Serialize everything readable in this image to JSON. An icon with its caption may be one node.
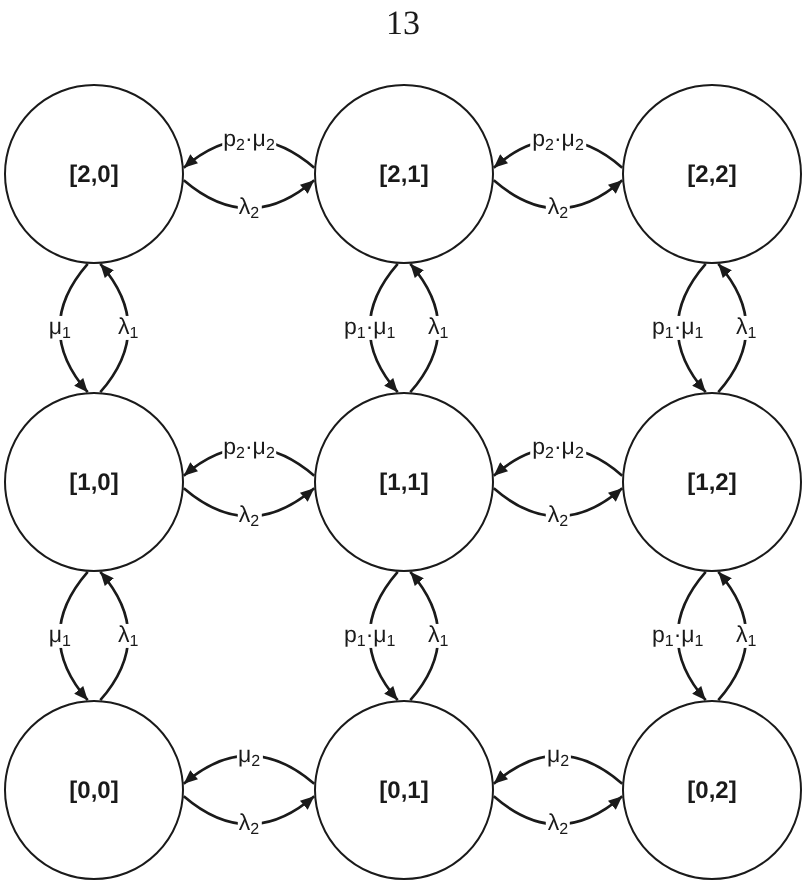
{
  "diagram": {
    "labels": [
      "13"
    ],
    "nodes": [
      {
        "text": [
          "[2,0]"
        ]
      },
      {
        "text": [
          "[2,1]"
        ]
      },
      {
        "text": [
          "[2,2]"
        ]
      },
      {
        "text": [
          "[1,0]"
        ]
      },
      {
        "text": [
          "[1,1]"
        ]
      },
      {
        "text": [
          "[1,2]"
        ]
      },
      {
        "text": [
          "[0,0]"
        ]
      },
      {
        "text": [
          "[0,1]"
        ]
      },
      {
        "text": [
          "[0,2]"
        ]
      }
    ],
    "edges": [
      {
        "from": 1,
        "to": 0,
        "arrow": "to",
        "label": "p$_{2}$·μ$_{2}$"
      },
      {
        "from": 0,
        "to": 1,
        "arrow": "to",
        "label": "λ$_{2}$"
      },
      {
        "from": 2,
        "to": 1,
        "arrow": "to",
        "label": "p$_{2}$·μ$_{2}$"
      },
      {
        "from": 1,
        "to": 2,
        "arrow": "to",
        "label": "λ$_{2}$"
      },
      {
        "from": 0,
        "to": 3,
        "arrow": "to",
        "label": "μ$_{1}$"
      },
      {
        "from": 3,
        "to": 0,
        "arrow": "to",
        "label": "λ$_{1}$"
      },
      {
        "from": 1,
        "to": 4,
        "arrow": "to",
        "label": "p$_{1}$·μ$_{1}$"
      },
      {
        "from": 4,
        "to": 1,
        "arrow": "to",
        "label": "λ$_{1}$"
      },
      {
        "from": 2,
        "to": 5,
        "arrow": "to",
        "label": "p$_{1}$·μ$_{1}$"
      },
      {
        "from": 5,
        "to": 2,
        "arrow": "to",
        "label": "λ$_{1}$"
      },
      {
        "from": 4,
        "to": 3,
        "arrow": "to",
        "label": "p$_{2}$·μ$_{2}$"
      },
      {
        "from": 3,
        "to": 4,
        "arrow": "to",
        "label": "λ$_{2}$"
      },
      {
        "from": 5,
        "to": 4,
        "arrow": "to",
        "label": "p$_{2}$·μ$_{2}$"
      },
      {
        "from": 4,
        "to": 5,
        "arrow": "to",
        "label": "λ$_{2}$"
      },
      {
        "from": 3,
        "to": 6,
        "arrow": "to",
        "label": "μ$_{1}$"
      },
      {
        "from": 6,
        "to": 3,
        "arrow": "to",
        "label": "λ$_{1}$"
      },
      {
        "from": 4,
        "to": 7,
        "arrow": "to",
        "label": "p$_{1}$·μ$_{1}$"
      },
      {
        "from": 7,
        "to": 4,
        "arrow": "to",
        "label": "λ$_{1}$"
      },
      {
        "from": 5,
        "to": 8,
        "arrow": "to",
        "label": "p$_{1}$·μ$_{1}$"
      },
      {
        "from": 8,
        "to": 5,
        "arrow": "to",
        "label": "λ$_{1}$"
      },
      {
        "from": 7,
        "to": 6,
        "arrow": "to",
        "label": "μ$_{2}$"
      },
      {
        "from": 6,
        "to": 7,
        "arrow": "to",
        "label": "λ$_{2}$"
      },
      {
        "from": 8,
        "to": 7,
        "arrow": "to",
        "label": "μ$_{2}$"
      },
      {
        "from": 7,
        "to": 8,
        "arrow": "to",
        "label": "λ$_{2}$"
      }
    ]
  }
}
